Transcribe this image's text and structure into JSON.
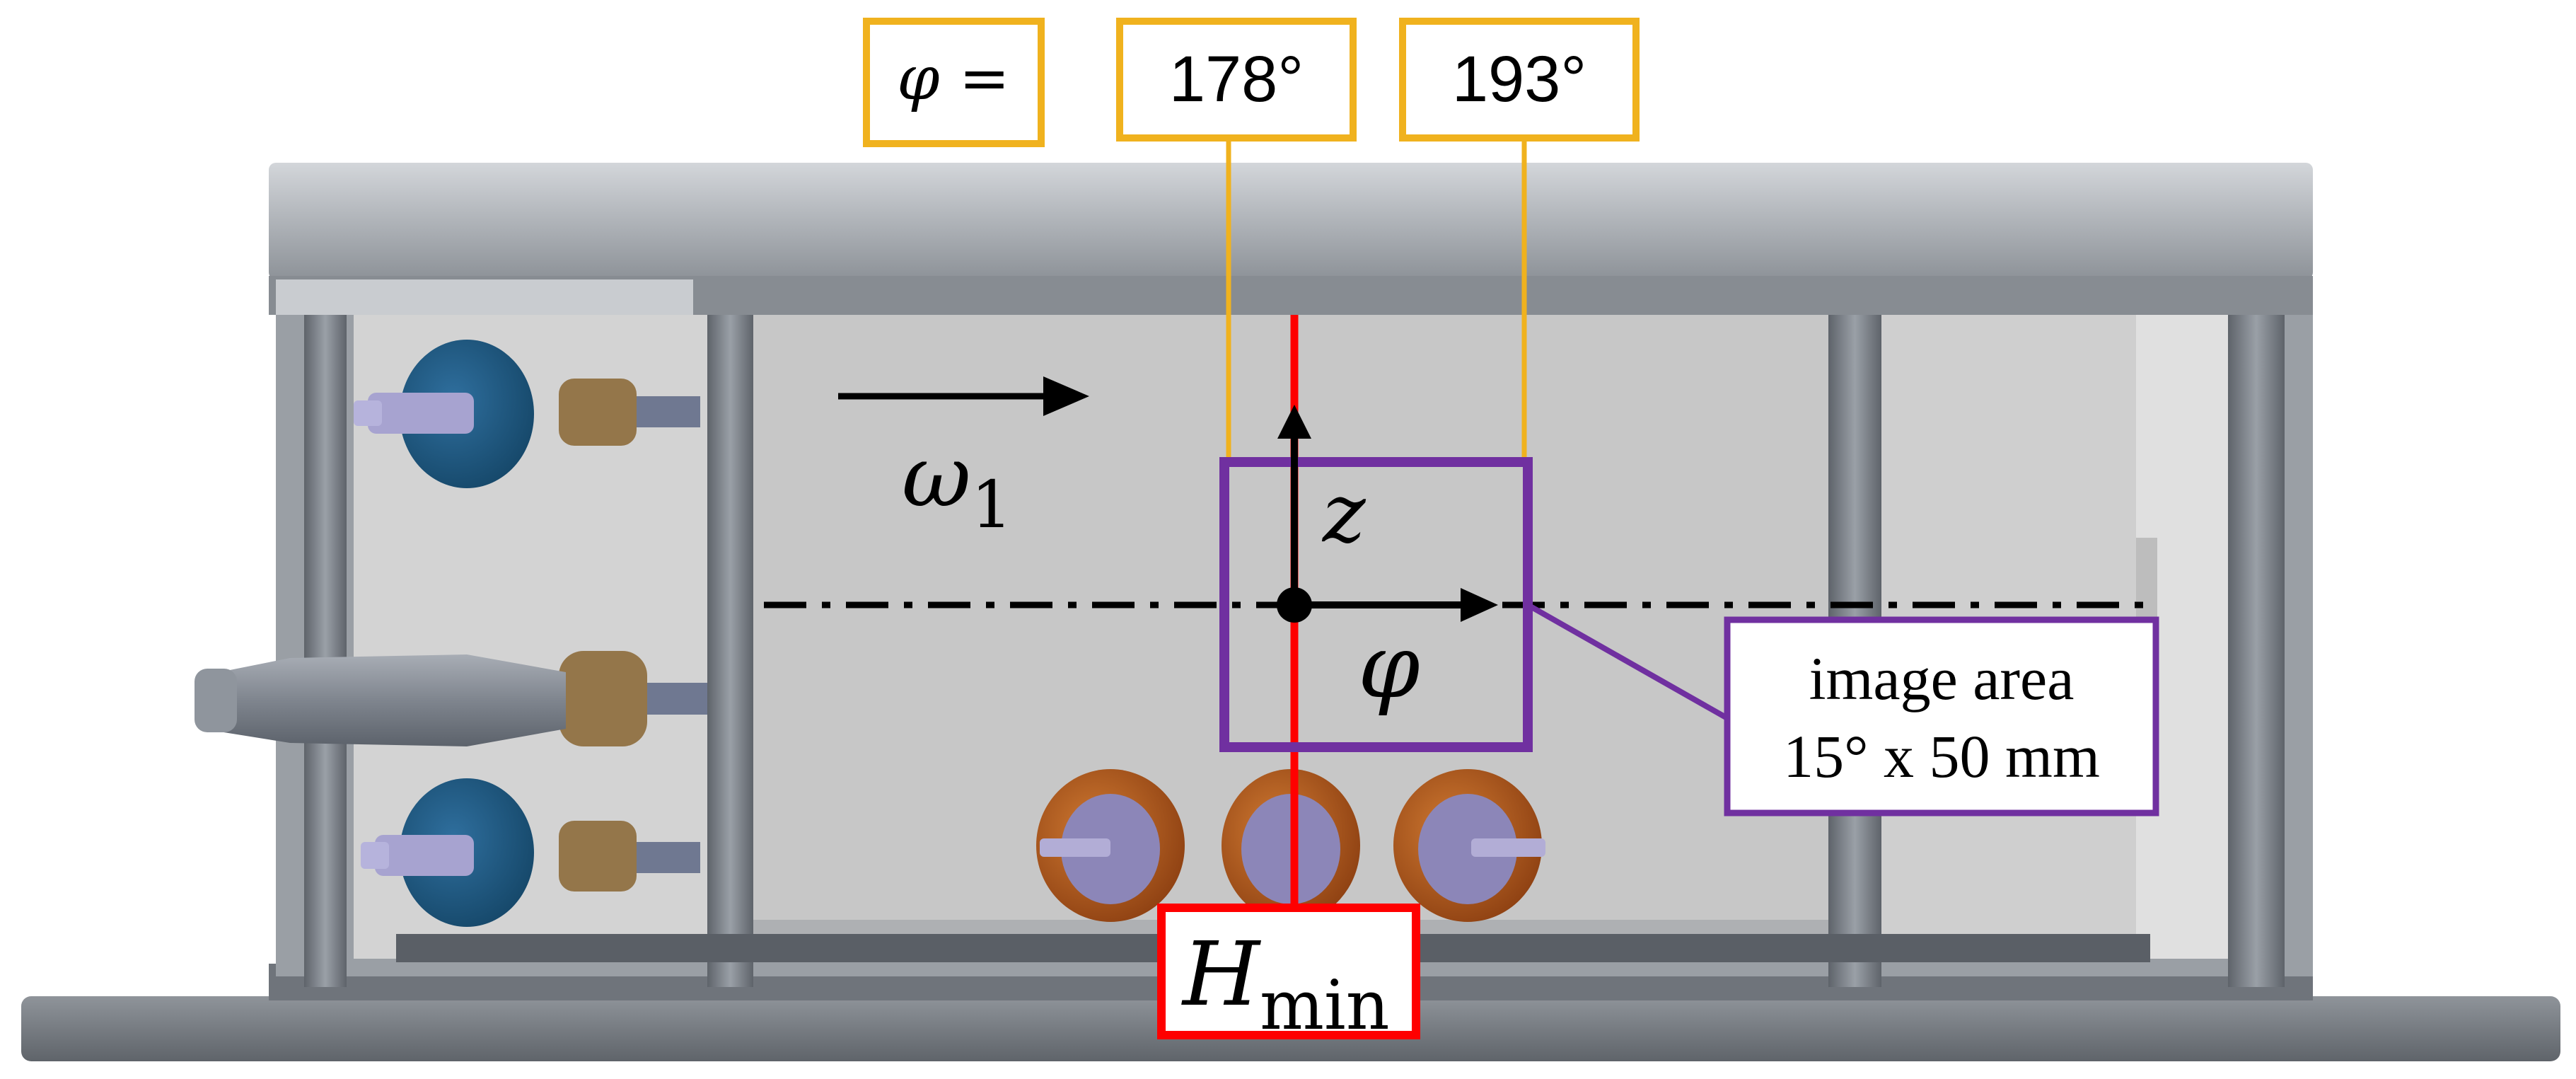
{
  "labels": {
    "phi_prefix": "φ =",
    "angle_start": "178°",
    "angle_end": "193°",
    "omega_symbol": "ω",
    "omega_subscript": "1",
    "z_axis": "z",
    "phi_axis": "φ",
    "image_area_line1": "image area",
    "image_area_line2": "15° x 50 mm",
    "hmin_symbol": "H",
    "hmin_subscript": "min"
  },
  "colors": {
    "yellow_box": "#f0b21e",
    "red_line": "#ff0000",
    "purple_box": "#7030a0",
    "housing": "#a4a8ad",
    "window": "#c4c4c4"
  },
  "icons": [
    "blue-cap-fitting-icon",
    "pressure-sensor-icon",
    "orange-roller-icon"
  ]
}
